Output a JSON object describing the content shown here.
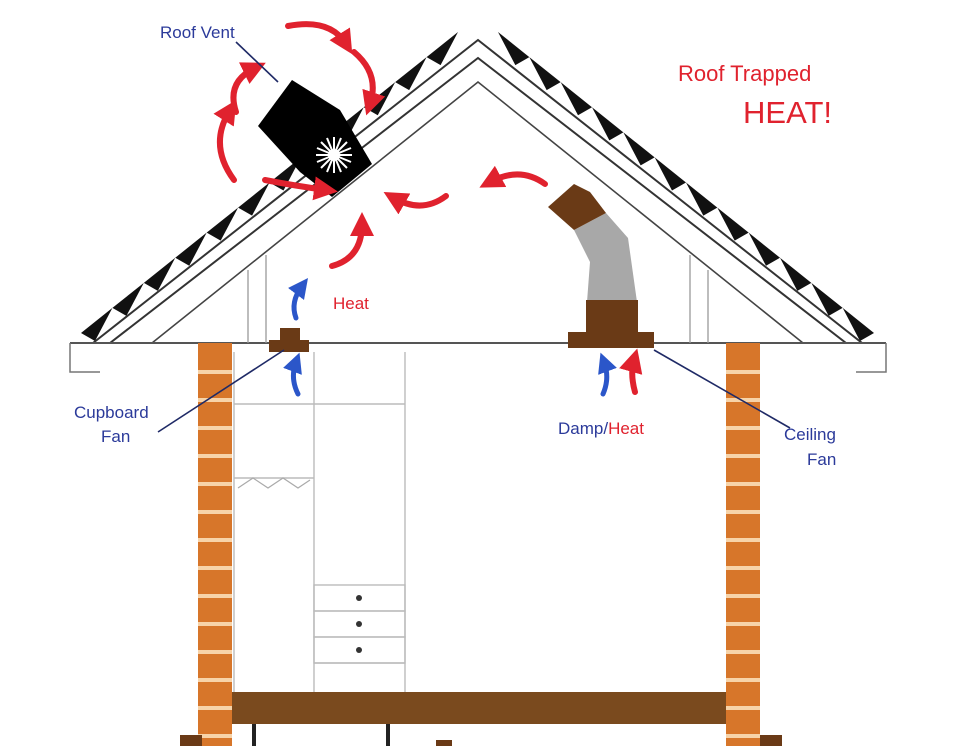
{
  "labels": {
    "roof_vent": "Roof Vent",
    "roof_trapped": "Roof Trapped",
    "heat_exclaim": "HEAT!",
    "heat": "Heat",
    "cupboard_line1": "Cupboard",
    "cupboard_line2": "Fan",
    "damp": "Damp/",
    "damp_heat": "Heat",
    "ceiling_line1": "Ceiling",
    "ceiling_line2": "Fan"
  },
  "colors": {
    "heat_arrow": "#e0222e",
    "damp_arrow": "#2b56c9",
    "label_blue": "#2b3a9a",
    "brick": "#d7762a",
    "brick_mortar": "#f7d3a8",
    "fan_brown": "#6a3a16",
    "duct_gray": "#a8a8a8",
    "shingle_black": "#111111",
    "beam": "#7a4a1e"
  },
  "icons": [
    "roof-vent-fan-icon",
    "heat-arrow-icon",
    "damp-arrow-icon",
    "clothes-hanger-icon"
  ]
}
